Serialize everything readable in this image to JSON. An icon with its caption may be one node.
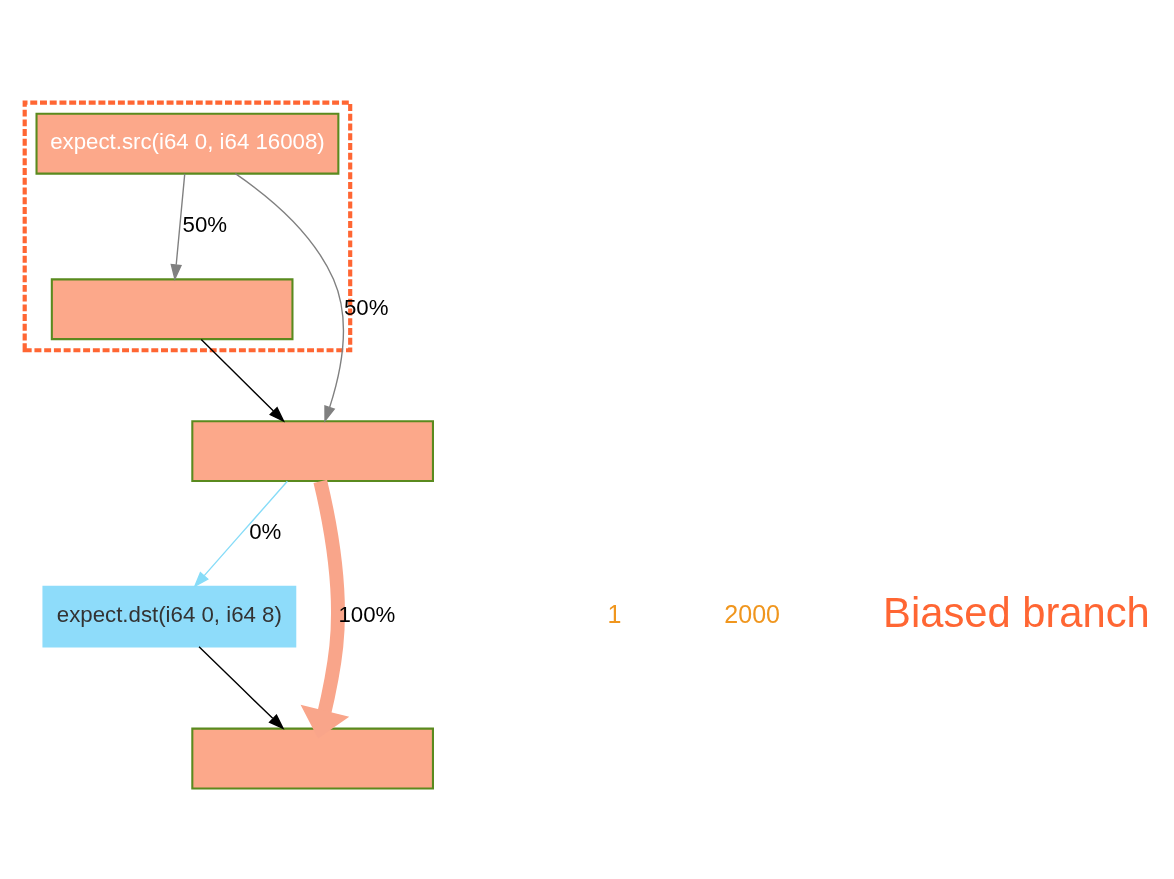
{
  "diagram": {
    "nodes": [
      {
        "text": [],
        "shape": "box"
      },
      {
        "text": [
          "expect.src(i64 0, i64 16008)"
        ],
        "in": 0
      },
      {
        "text": [],
        "shape": "box",
        "in": 0
      },
      {
        "text": [],
        "shape": "box"
      },
      {
        "text": [
          "expect.dst(i64 0, i64 8)"
        ]
      },
      {
        "text": [],
        "shape": "box"
      }
    ],
    "edges": [
      {
        "from": 1,
        "to": 2,
        "arrow": "to",
        "label": "50%",
        "color": "#808080"
      },
      {
        "from": 1,
        "to": 3,
        "arrow": "to",
        "label": "50%",
        "color": "#808080"
      },
      {
        "from": 2,
        "to": 3,
        "arrow": "to",
        "color": "#000000"
      },
      {
        "from": 3,
        "to": 4,
        "arrow": "to",
        "label": "0%",
        "color": "#87dcf8"
      },
      {
        "from": 3,
        "to": 5,
        "arrow": "to",
        "label": "100%",
        "style": "thick",
        "color": "#f9a58a"
      },
      {
        "from": 4,
        "to": 5,
        "arrow": "to",
        "color": "#000000"
      }
    ],
    "labels": [
      "1",
      "2000",
      "Biased branch"
    ]
  }
}
